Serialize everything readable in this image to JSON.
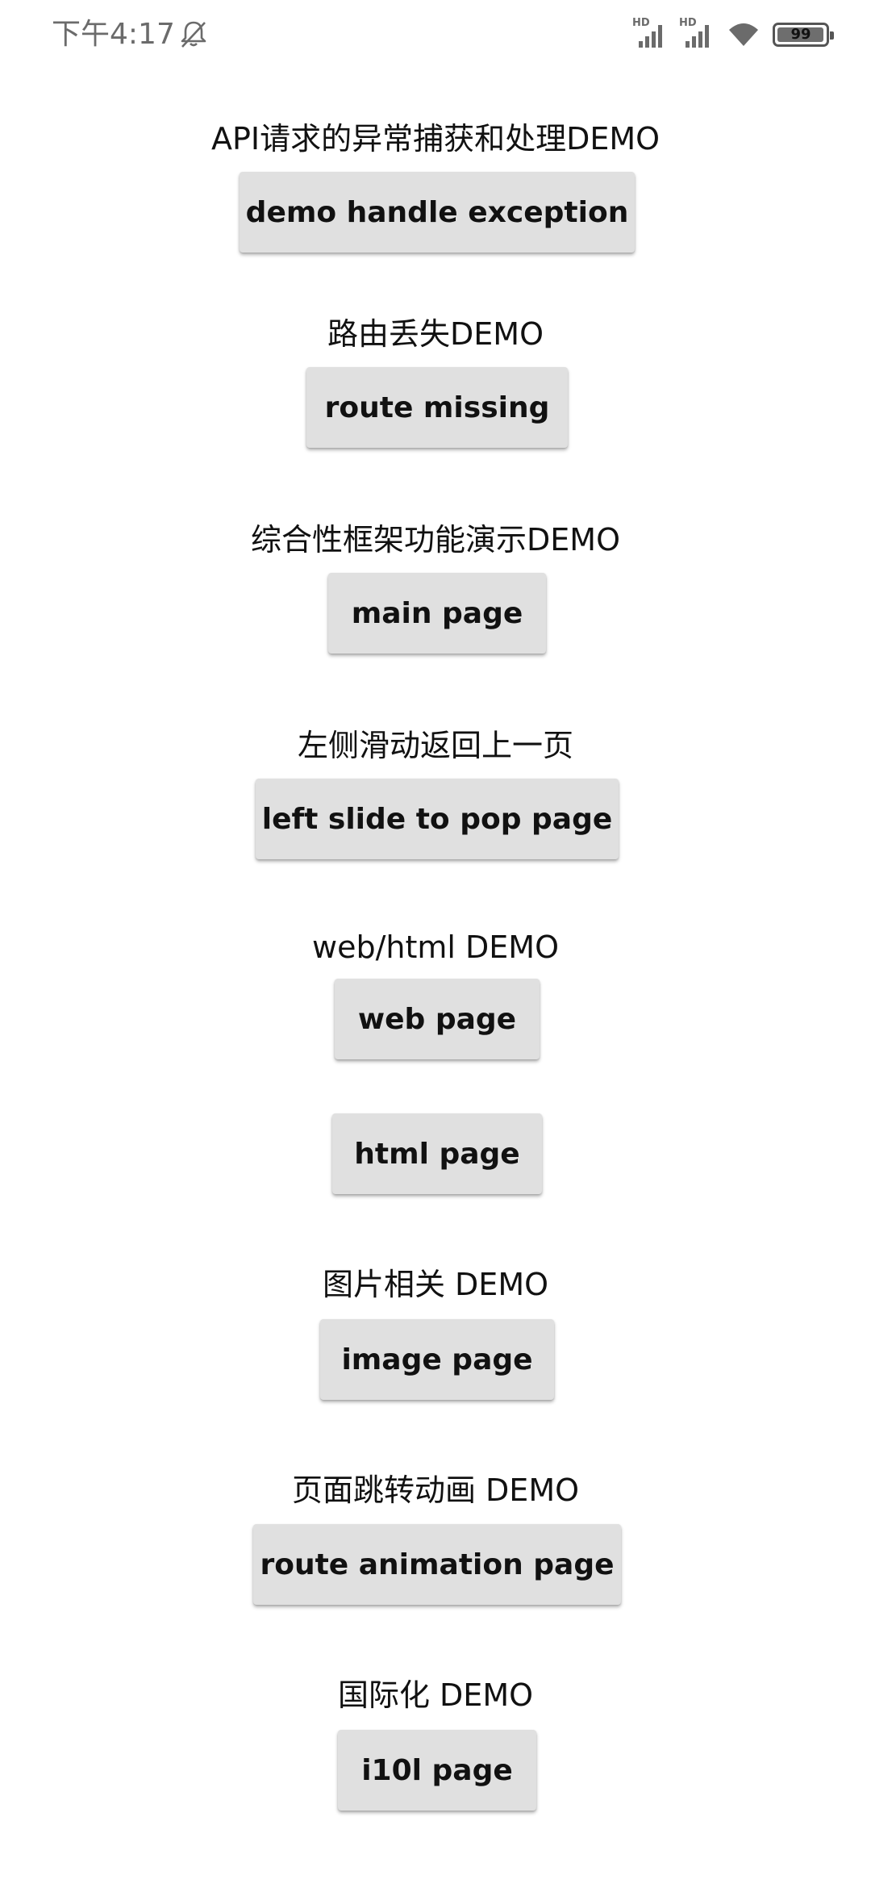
{
  "status_bar": {
    "time": "下午4:17",
    "icons": [
      "bell-off-icon",
      "signal-hd-icon",
      "signal-hd-icon",
      "wifi-icon",
      "battery-icon"
    ],
    "hd_label_1": "HD",
    "hd_label_2": "HD",
    "battery_level": "99",
    "battery_fraction": 0.99
  },
  "sections": {
    "api": {
      "title": "API请求的异常捕获和处理DEMO",
      "button": "demo handle exception"
    },
    "route_missing": {
      "title": "路由丢失DEMO",
      "button": "route missing"
    },
    "framework": {
      "title": "综合性框架功能演示DEMO",
      "button": "main page"
    },
    "slide_back": {
      "title": "左侧滑动返回上一页",
      "button": "left slide to pop page"
    },
    "web": {
      "title": "web/html DEMO",
      "button_web": "web page",
      "button_html": "html page"
    },
    "image": {
      "title": "图片相关 DEMO",
      "button": "image page"
    },
    "route_anim": {
      "title": "页面跳转动画 DEMO",
      "button": "route animation page"
    },
    "i18n": {
      "title": "国际化 DEMO",
      "button": "i10l page"
    }
  }
}
